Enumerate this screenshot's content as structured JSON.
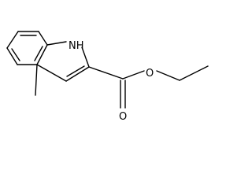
{
  "molecule": {
    "atoms": {
      "nh": "NH",
      "o_ester": "O",
      "o_carbonyl": "O"
    }
  },
  "colors": {
    "background": "#ffffff",
    "ink": "#000000"
  }
}
